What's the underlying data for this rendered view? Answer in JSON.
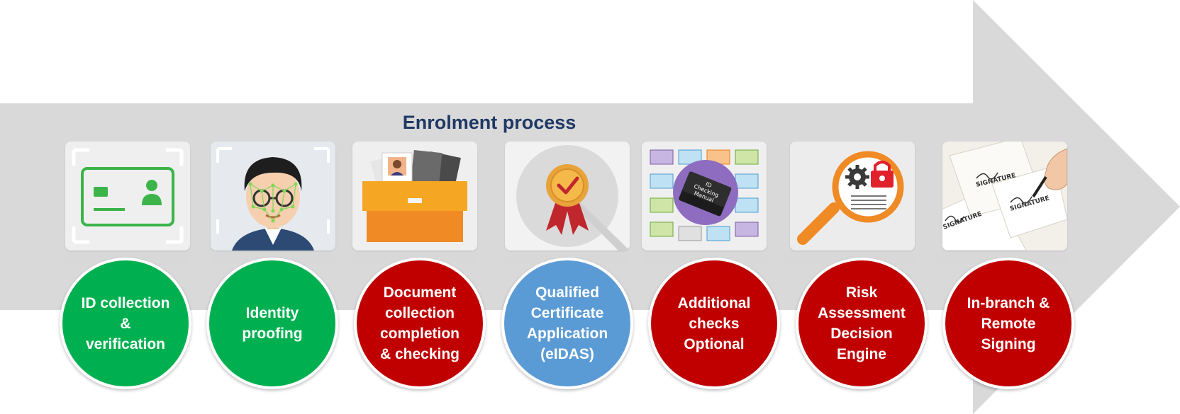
{
  "title": "Enrolment process",
  "steps": [
    {
      "label": "ID collection\n&\nverification",
      "color": "#00b050"
    },
    {
      "label": "Identity\nproofing",
      "color": "#00b050"
    },
    {
      "label": "Document\ncollection\ncompletion\n& checking",
      "color": "#c00000"
    },
    {
      "label": "Qualified\nCertificate\nApplication\n(eIDAS)",
      "color": "#5b9bd5"
    },
    {
      "label": "Additional\nchecks\nOptional",
      "color": "#c00000"
    },
    {
      "label": "Risk\nAssessment\nDecision\nEngine",
      "color": "#c00000"
    },
    {
      "label": "In-branch &\nRemote\nSigning",
      "color": "#c00000"
    }
  ],
  "icons": [
    "id-card-icon",
    "face-recognition-icon",
    "document-drawer-icon",
    "certificate-badge-icon",
    "id-checking-manual-icon",
    "risk-magnifier-icon",
    "signature-documents-icon"
  ],
  "manual_text": [
    "ID",
    "Checking",
    "Manual"
  ],
  "signature_text": "SIGNATURE",
  "arrow_color": "#d9d9d9",
  "title_color": "#1f3864"
}
